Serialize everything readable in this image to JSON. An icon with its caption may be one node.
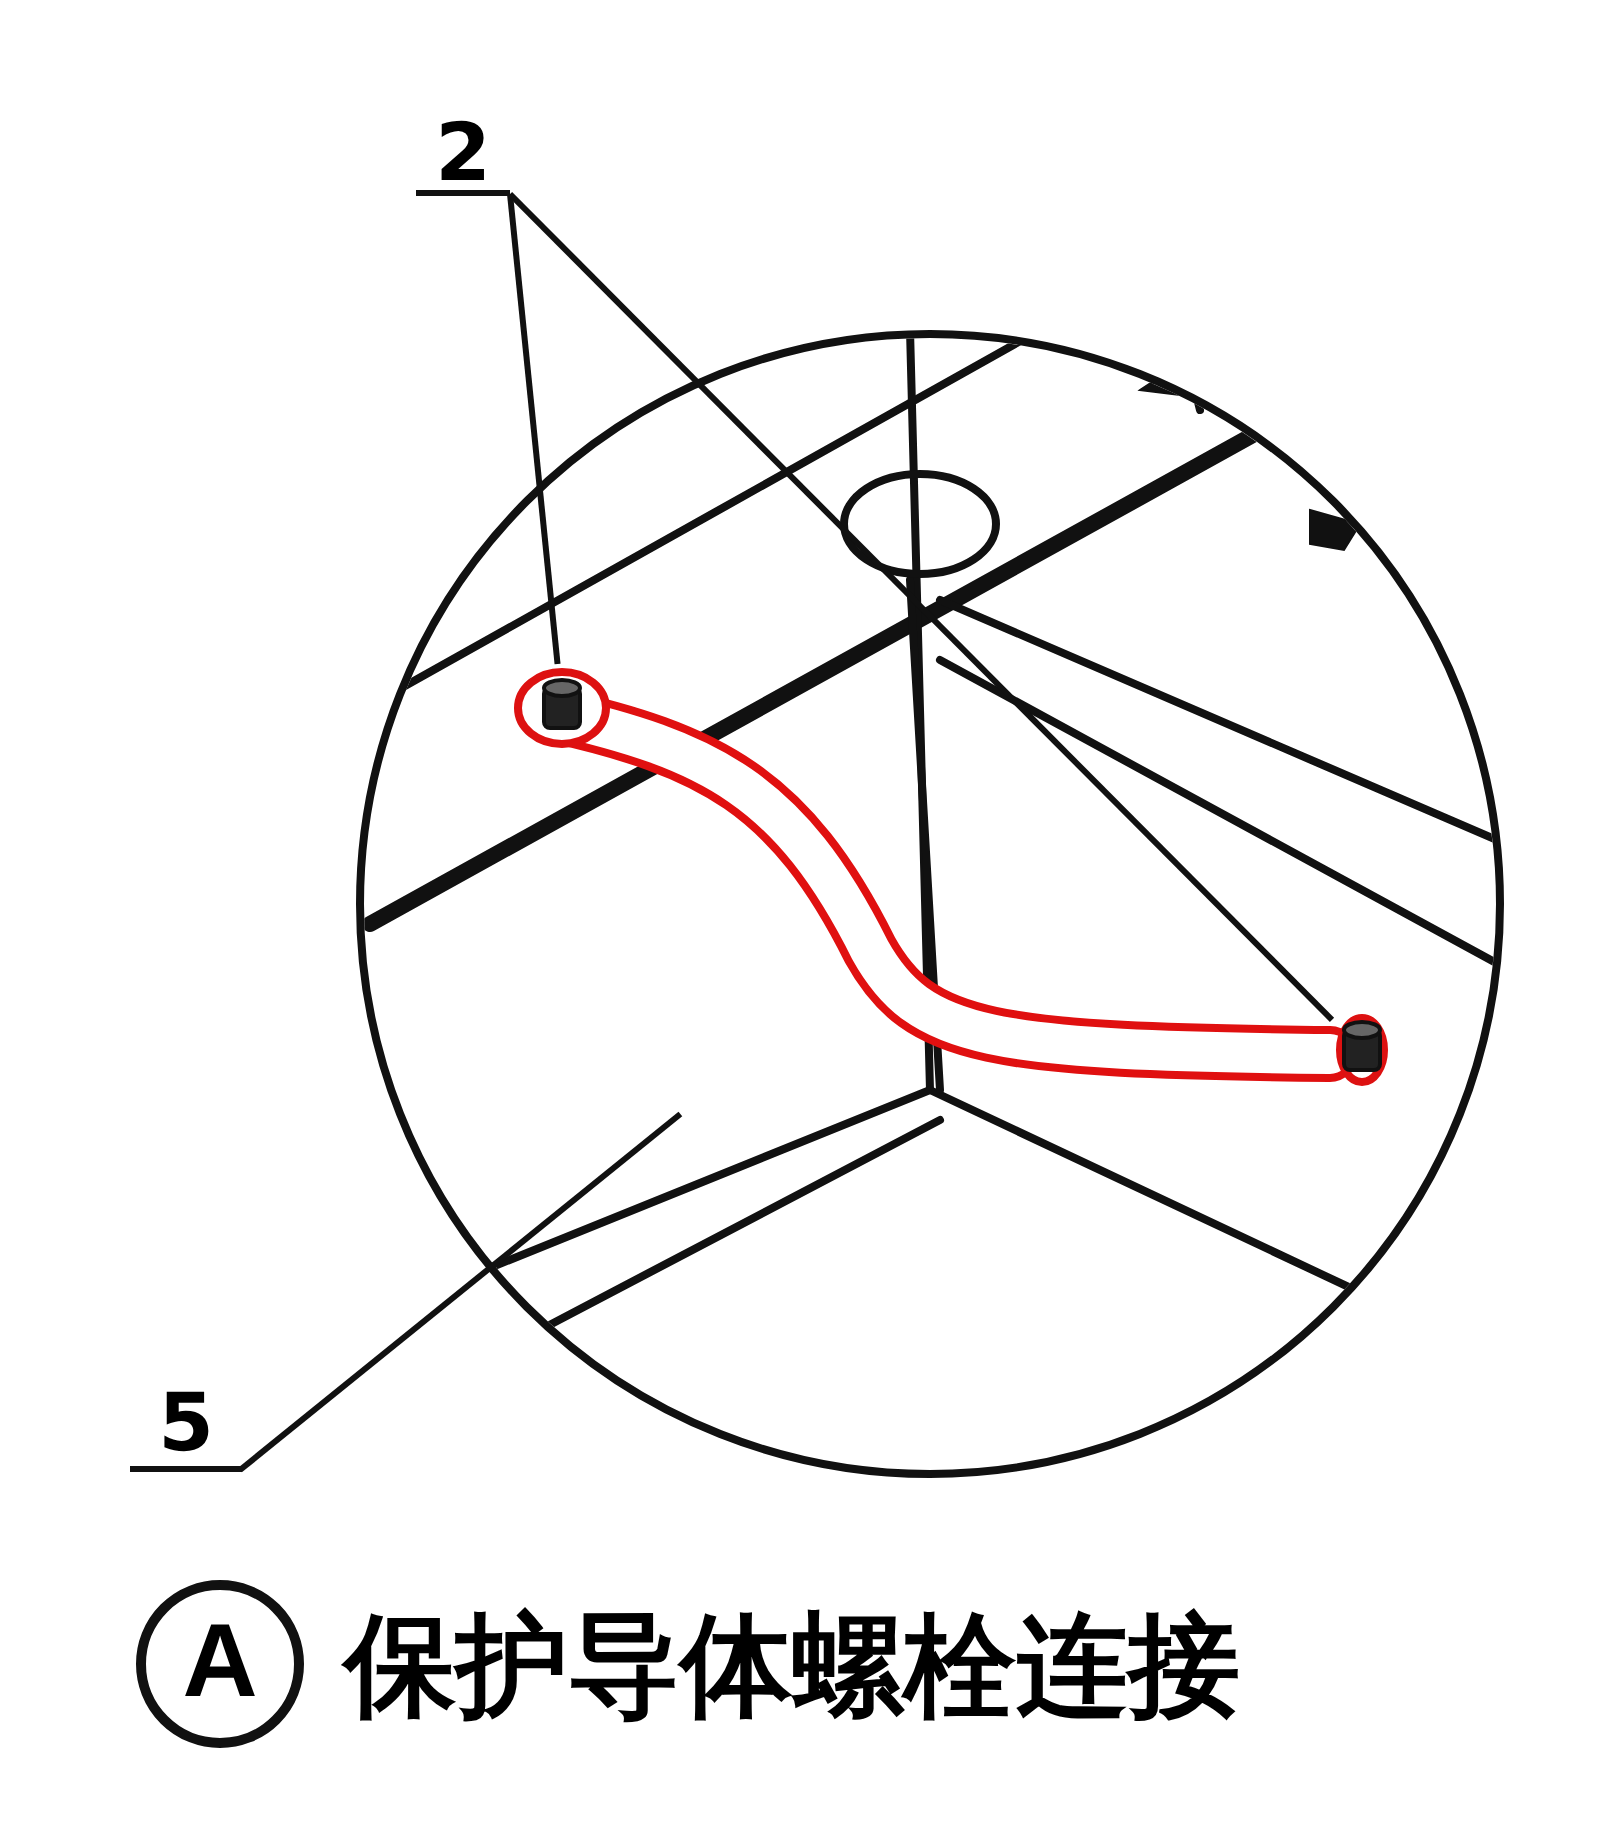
{
  "diagram": {
    "caption": "保护导体螺栓连接",
    "nodes": [
      {
        "text": [
          "2"
        ]
      },
      {
        "text": [],
        "shape": "bolt"
      },
      {
        "text": [],
        "shape": "bolt"
      },
      {
        "text": [
          "5"
        ]
      },
      {
        "text": [],
        "shape": "cable"
      },
      {
        "text": [
          "A"
        ]
      }
    ],
    "edges": [
      {
        "from": 0,
        "to": 1,
        "arrow": "none"
      },
      {
        "from": 0,
        "to": 2,
        "arrow": "none"
      },
      {
        "from": 3,
        "to": 4,
        "arrow": "none"
      }
    ]
  }
}
